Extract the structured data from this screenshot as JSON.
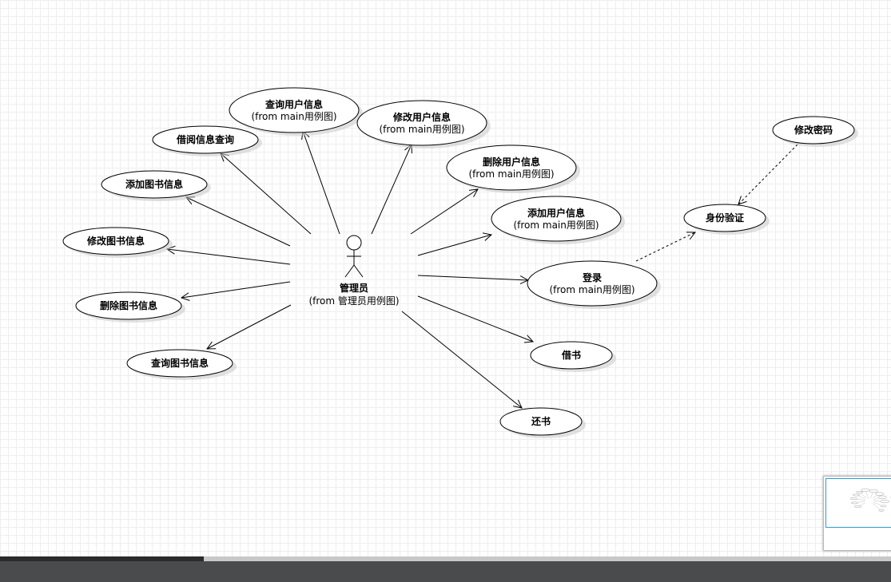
{
  "actor": {
    "name": "管理员",
    "from": "(from 管理员用例图)",
    "icon": "stick-figure-actor-icon"
  },
  "usecases": [
    {
      "id": "query-user-info",
      "title": "查询用户信息",
      "from": "(from main用例图)"
    },
    {
      "id": "modify-user-info",
      "title": "修改用户信息",
      "from": "(from main用例图)"
    },
    {
      "id": "borrow-info-query",
      "title": "借阅信息查询",
      "from": ""
    },
    {
      "id": "delete-user-info",
      "title": "删除用户信息",
      "from": "(from main用例图)"
    },
    {
      "id": "add-book-info",
      "title": "添加图书信息",
      "from": ""
    },
    {
      "id": "add-user-info",
      "title": "添加用户信息",
      "from": "(from main用例图)"
    },
    {
      "id": "modify-book-info",
      "title": "修改图书信息",
      "from": ""
    },
    {
      "id": "login",
      "title": "登录",
      "from": "(from main用例图)"
    },
    {
      "id": "delete-book-info",
      "title": "删除图书信息",
      "from": ""
    },
    {
      "id": "borrow-book",
      "title": "借书",
      "from": ""
    },
    {
      "id": "query-book-info",
      "title": "查询图书信息",
      "from": ""
    },
    {
      "id": "return-book",
      "title": "还书",
      "from": ""
    },
    {
      "id": "change-password",
      "title": "修改密码",
      "from": ""
    },
    {
      "id": "identity-verify",
      "title": "身份验证",
      "from": ""
    }
  ],
  "associations": [
    {
      "from": "actor",
      "to": "query-user-info"
    },
    {
      "from": "actor",
      "to": "modify-user-info"
    },
    {
      "from": "actor",
      "to": "borrow-info-query"
    },
    {
      "from": "actor",
      "to": "delete-user-info"
    },
    {
      "from": "actor",
      "to": "add-book-info"
    },
    {
      "from": "actor",
      "to": "add-user-info"
    },
    {
      "from": "actor",
      "to": "modify-book-info"
    },
    {
      "from": "actor",
      "to": "login"
    },
    {
      "from": "actor",
      "to": "delete-book-info"
    },
    {
      "from": "actor",
      "to": "borrow-book"
    },
    {
      "from": "actor",
      "to": "query-book-info"
    },
    {
      "from": "actor",
      "to": "return-book"
    }
  ],
  "dependencies": [
    {
      "from": "login",
      "to": "identity-verify"
    },
    {
      "from": "change-password",
      "to": "identity-verify"
    }
  ],
  "colors": {
    "canvas": "#ffffff",
    "grid": "#eeeeee",
    "stroke": "#000000",
    "statusbar": "#4a4b4c",
    "minimap_view": "#3399cc"
  }
}
